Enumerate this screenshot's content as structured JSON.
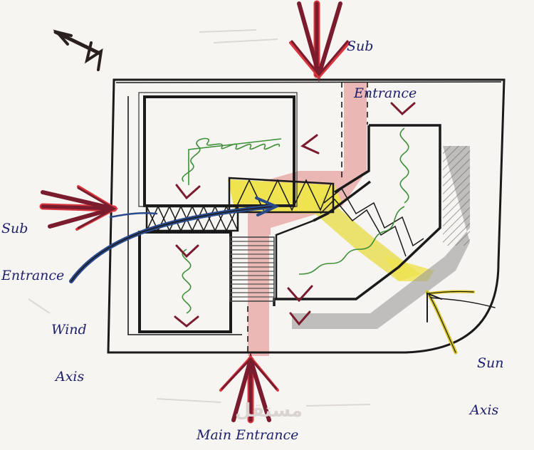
{
  "labels": {
    "sub_entrance_top": [
      "Sub",
      "Entrance"
    ],
    "sub_entrance_left": [
      "Sub",
      "Entrance"
    ],
    "main_entrance": "Main Entrance",
    "wind_axis": [
      "Wind",
      "Axis"
    ],
    "sun_axis": [
      "Sun",
      "Axis"
    ]
  },
  "watermark": "مستقل",
  "colors": {
    "outline": "#1a1a1a",
    "entrance_arrow": "#7a1c2e",
    "entrance_arrow_edge": "#d9373f",
    "circulation": "#e8a3a0",
    "courtyard": "#efe34f",
    "planting": "#3f8f3a",
    "wind": "#2a4a8c",
    "sun": "#d9c82a",
    "shadow": "#8d8d8d",
    "ink": "#1c1f6b"
  },
  "icons": [
    "north-arrow-icon",
    "entrance-arrow-icon",
    "wind-arrow-icon",
    "sun-arrow-icon"
  ]
}
